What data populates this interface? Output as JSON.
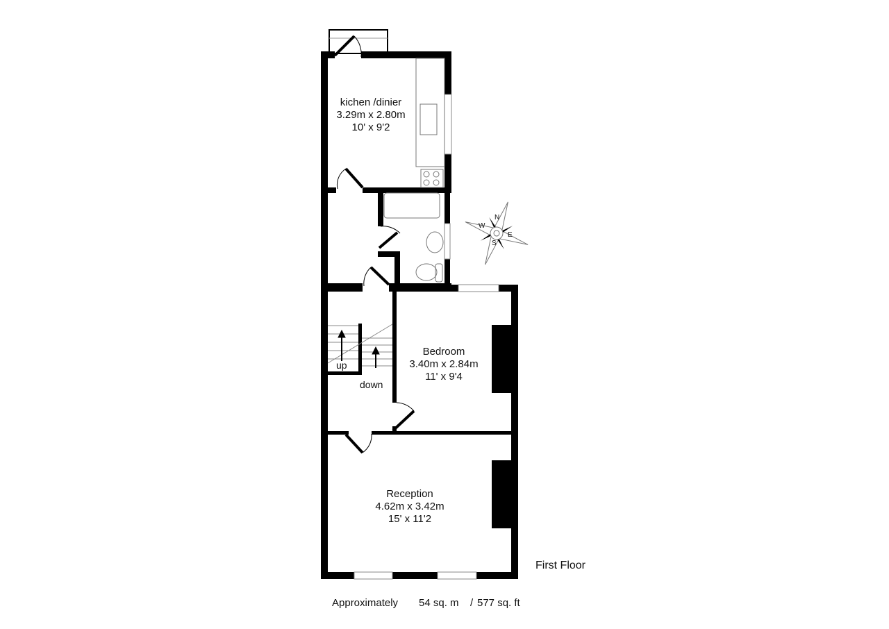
{
  "plan": {
    "floor_label": "First Floor",
    "area": {
      "prefix": "Approximately",
      "metric": "54 sq. m",
      "separator": "/",
      "imperial": "577 sq. ft"
    },
    "rooms": [
      {
        "name": "kichen /dinier",
        "metric": "3.29m x 2.80m",
        "imperial": "10' x 9'2"
      },
      {
        "name": "Bedroom",
        "metric": "3.40m x 2.84m",
        "imperial": "11' x 9'4"
      },
      {
        "name": "Reception",
        "metric": "4.62m x 3.42m",
        "imperial": "15' x 11'2"
      }
    ],
    "stairs": {
      "up_label": "up",
      "down_label": "down"
    },
    "compass": {
      "n": "N",
      "s": "S",
      "e": "E",
      "w": "W"
    },
    "colors": {
      "wall": "#000000",
      "fixture": "#888888",
      "background": "#ffffff"
    }
  }
}
